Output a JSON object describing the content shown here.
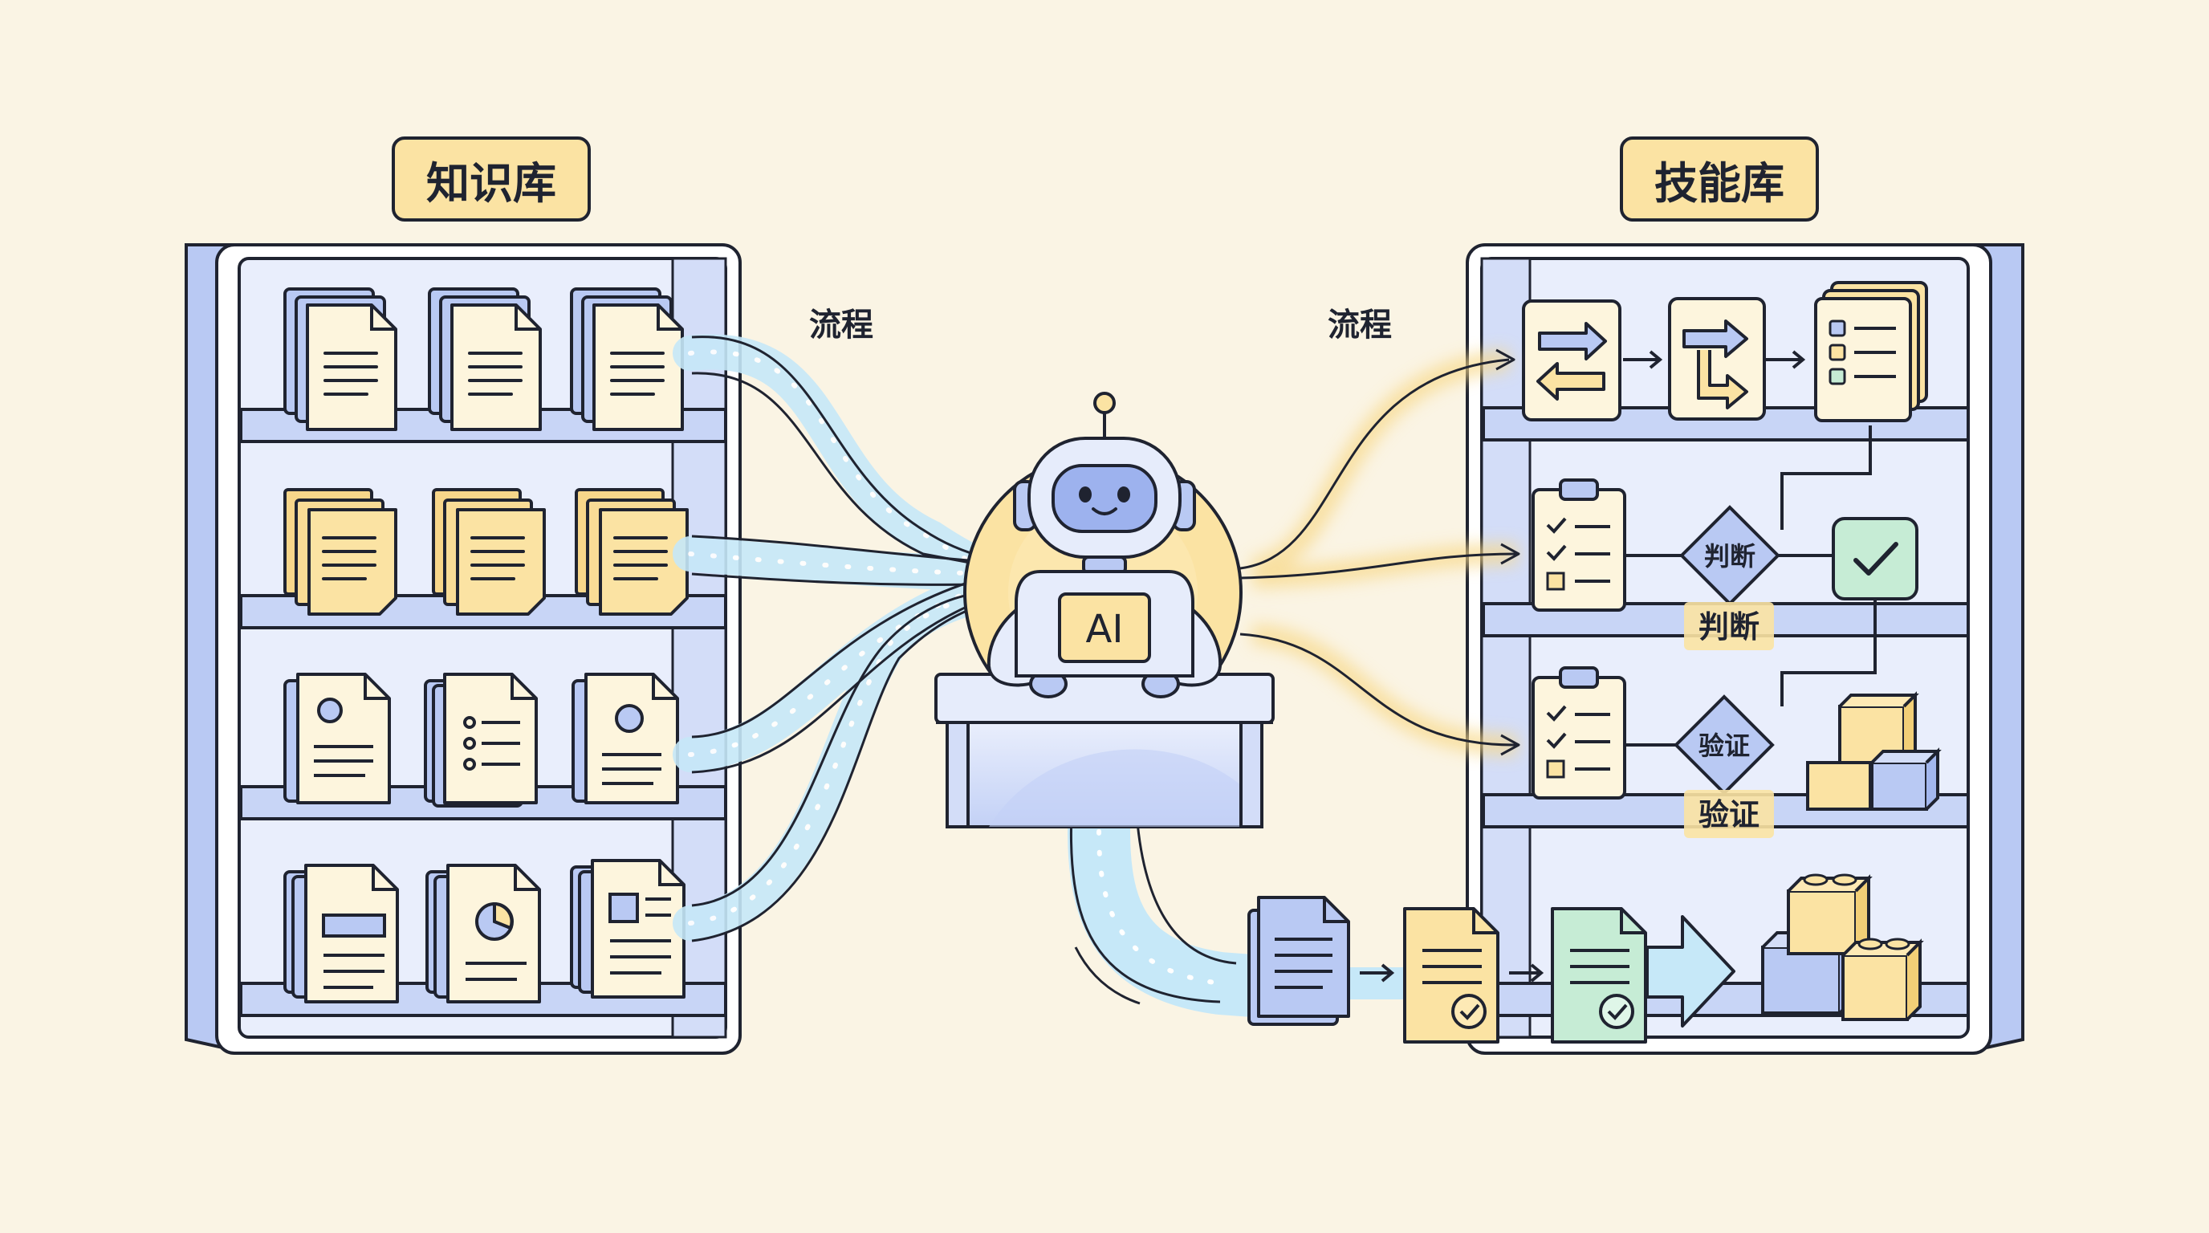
{
  "knowledge_base": {
    "title": "知识库"
  },
  "skill_base": {
    "title": "技能库"
  },
  "flow_left": {
    "label": "流程"
  },
  "flow_right": {
    "label": "流程"
  },
  "robot": {
    "screen_label": "AI"
  },
  "skills": {
    "row2": {
      "diamond_label": "判断",
      "caption": "判断"
    },
    "row3": {
      "diamond_label": "验证",
      "caption": "验证"
    }
  },
  "colors": {
    "background": "#faf4e4",
    "outline": "#1f2330",
    "blue": "#b9c9f3",
    "blue_light": "#e6ecfb",
    "yellow": "#fbe3a3",
    "green": "#c6ecd5",
    "stream": "#c6e8f8"
  }
}
